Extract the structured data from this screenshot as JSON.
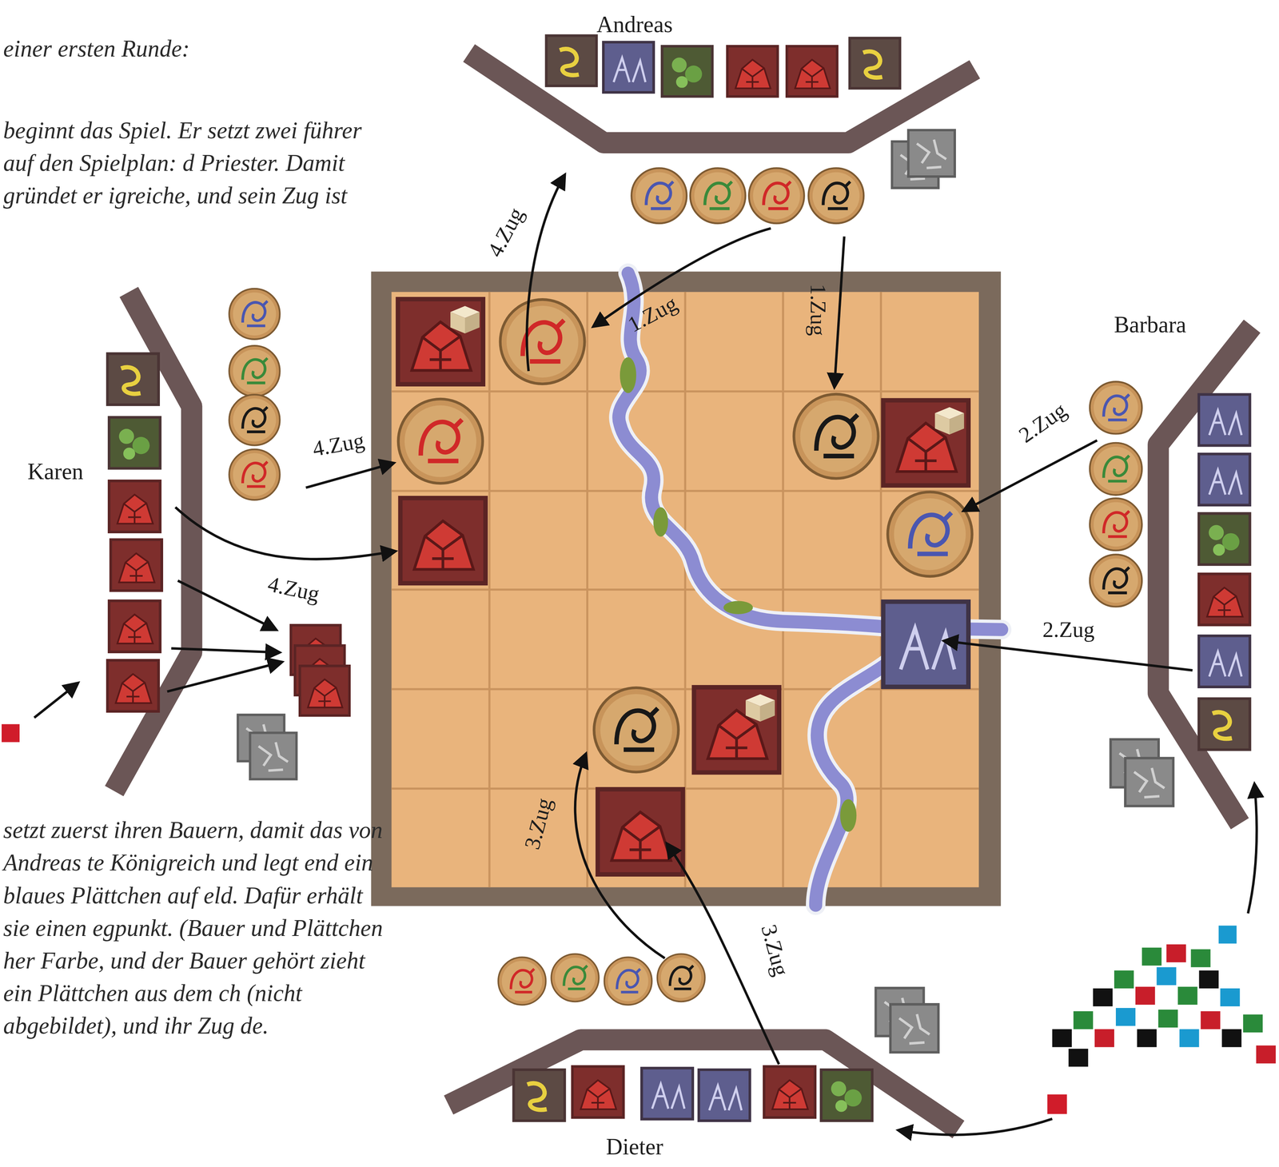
{
  "diagram": {
    "labels": [
      "einer ersten Runde:",
      "beginnt das Spiel. Er setzt zwei führer auf den Spielplan: d Priester. Damit gründet er igreiche, und sein Zug ist",
      "Andreas",
      "Barbara",
      "Karen",
      "Dieter",
      "1.Zug",
      "1.Zug",
      "2.Zug",
      "2.Zug",
      "3.Zug",
      "3.Zug",
      "4.Zug",
      "4.Zug",
      "4.Zug",
      "setzt zuerst ihren Bauern, damit das von Andreas te Königreich und legt end ein blaues Plättchen auf eld. Dafür erhält sie einen egpunkt. (Bauer und Plättchen her Farbe, und der Bauer gehört zieht ein Plättchen aus dem ch (nicht abgebildet), und ihr Zug de."
    ]
  }
}
